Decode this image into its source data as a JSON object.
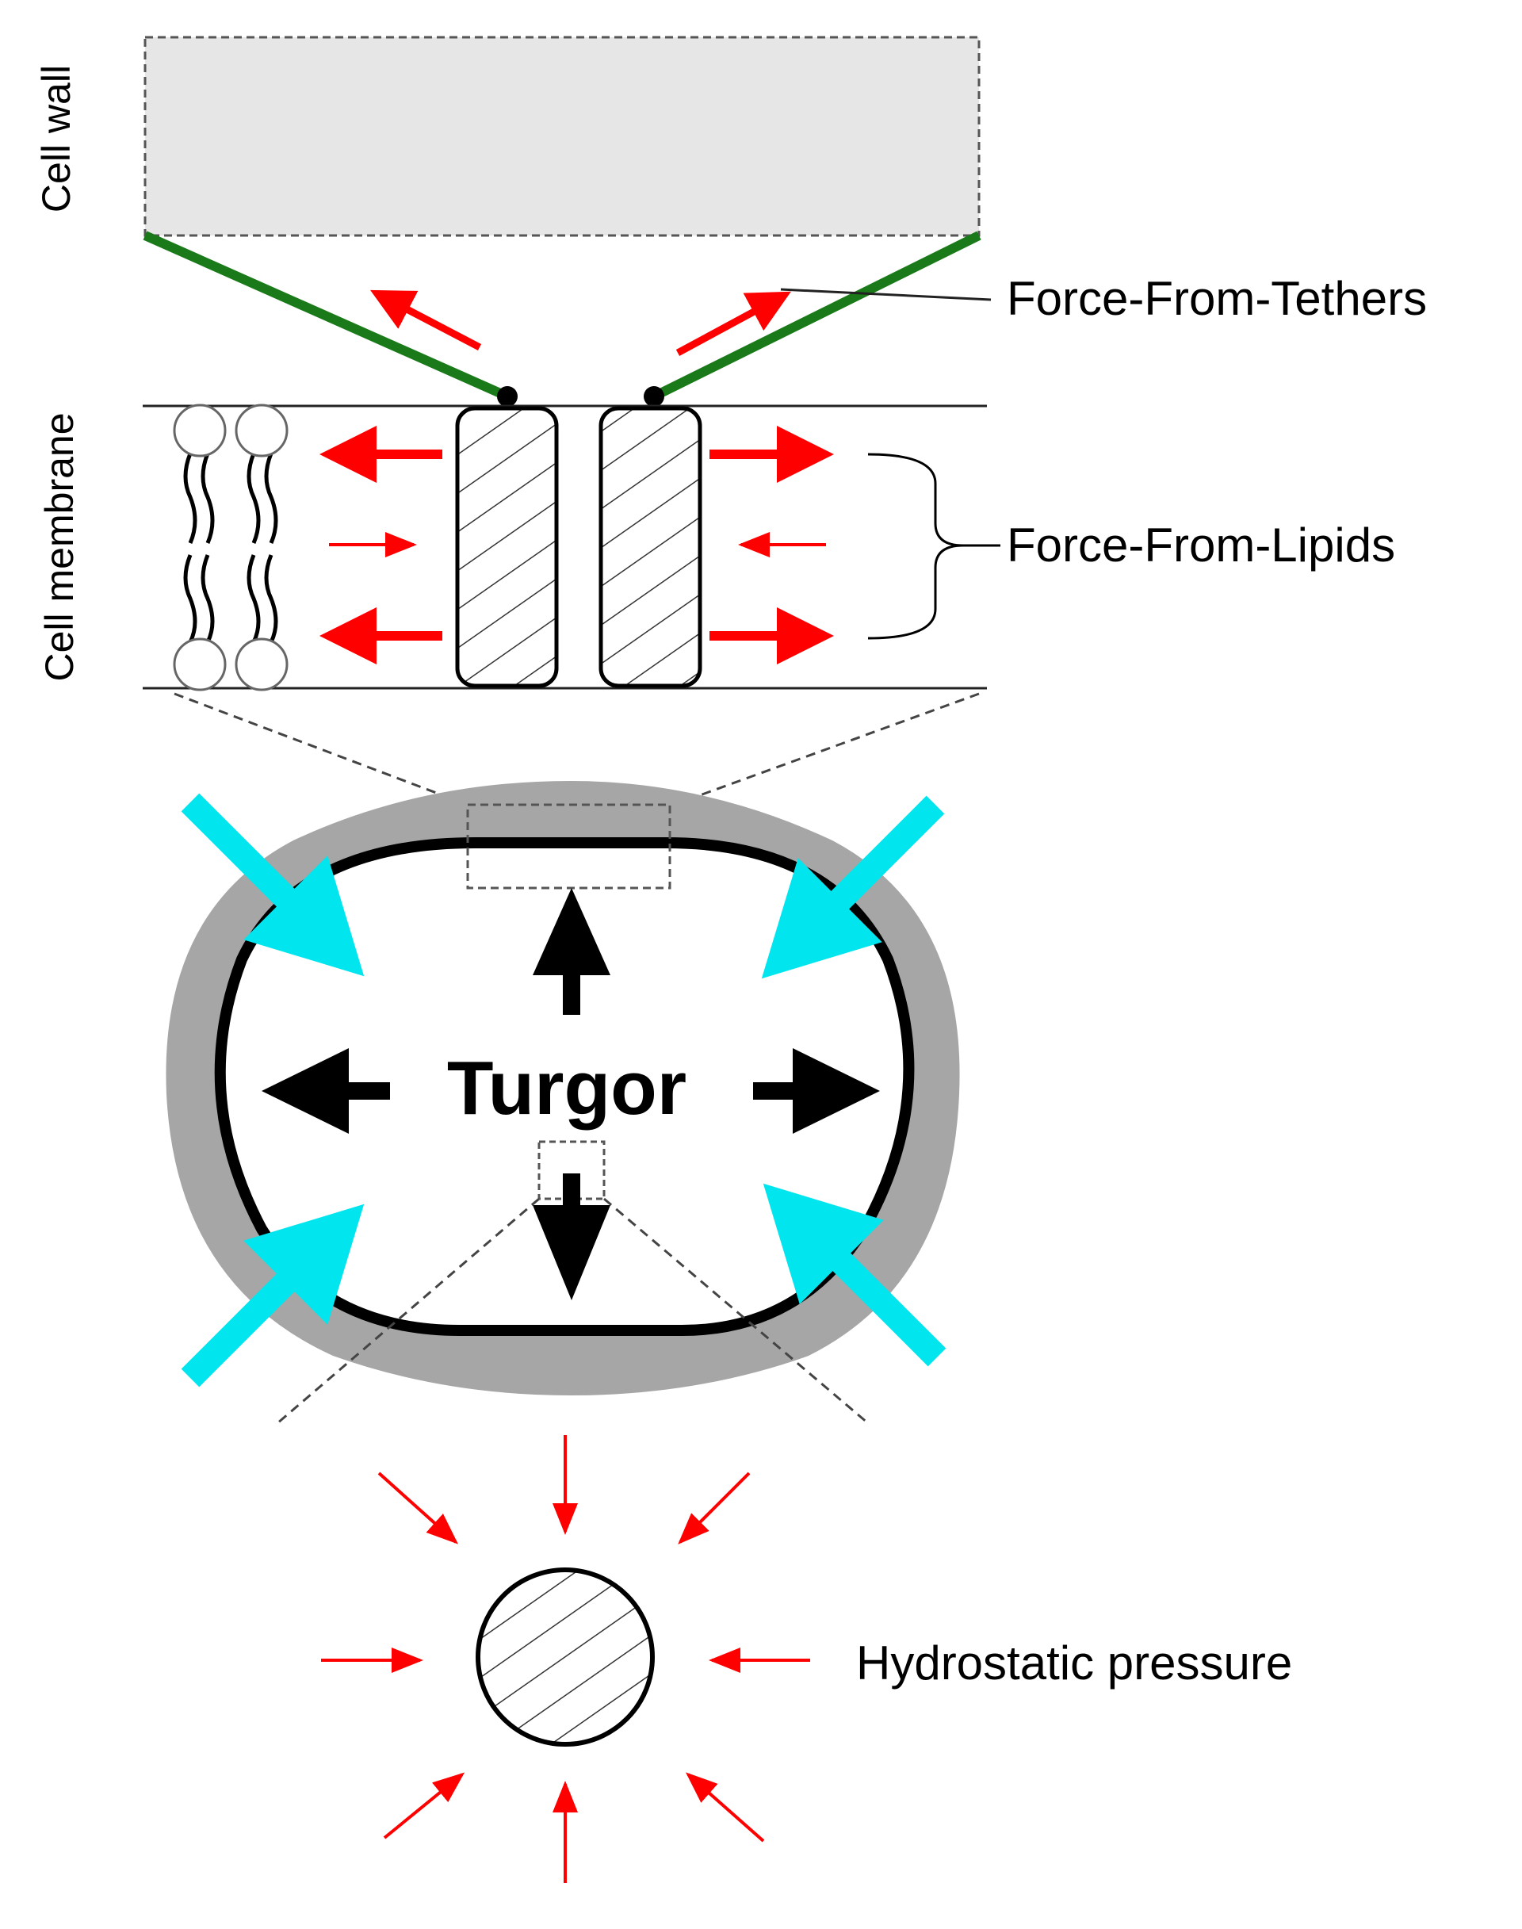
{
  "labels": {
    "cell_wall": "Cell wall",
    "cell_membrane": "Cell membrane",
    "force_from_tethers": "Force-From-Tethers",
    "force_from_lipids": "Force-From-Lipids",
    "turgor": "Turgor",
    "hydrostatic_pressure": "Hydrostatic pressure"
  },
  "colors": {
    "force_arrow": "#ff0000",
    "tether": "#1a7a1a",
    "turgor_arrow": "#000000",
    "external_pressure_arrow": "#00e5ee",
    "cell_wall_fill": "#e6e6e6",
    "wall_ring": "#a6a6a6"
  }
}
